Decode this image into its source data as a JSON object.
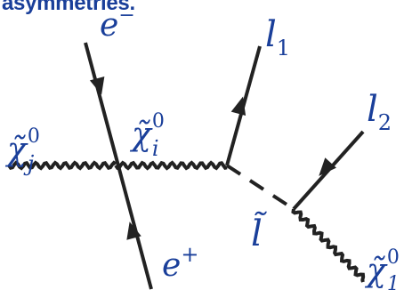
{
  "heading": "asymmetries.",
  "labels": {
    "electron_base": "e",
    "electron_sup": "−",
    "positron_base": "e",
    "positron_sup": "+",
    "lepton1_base": "l",
    "lepton1_sub": "1",
    "lepton2_base": "l",
    "lepton2_sub": "2",
    "slepton": "l̃",
    "chi_j_base": "χ̃",
    "chi_j_sup": "0",
    "chi_j_sub": "j",
    "chi_i_base": "χ̃",
    "chi_i_sup": "0",
    "chi_i_sub": "i",
    "chi_1_base": "χ̃",
    "chi_1_sup": "0",
    "chi_1_sub": "1"
  },
  "colors": {
    "label": "#1a3f9a",
    "line": "#222222",
    "heading": "#1a3f9a"
  }
}
